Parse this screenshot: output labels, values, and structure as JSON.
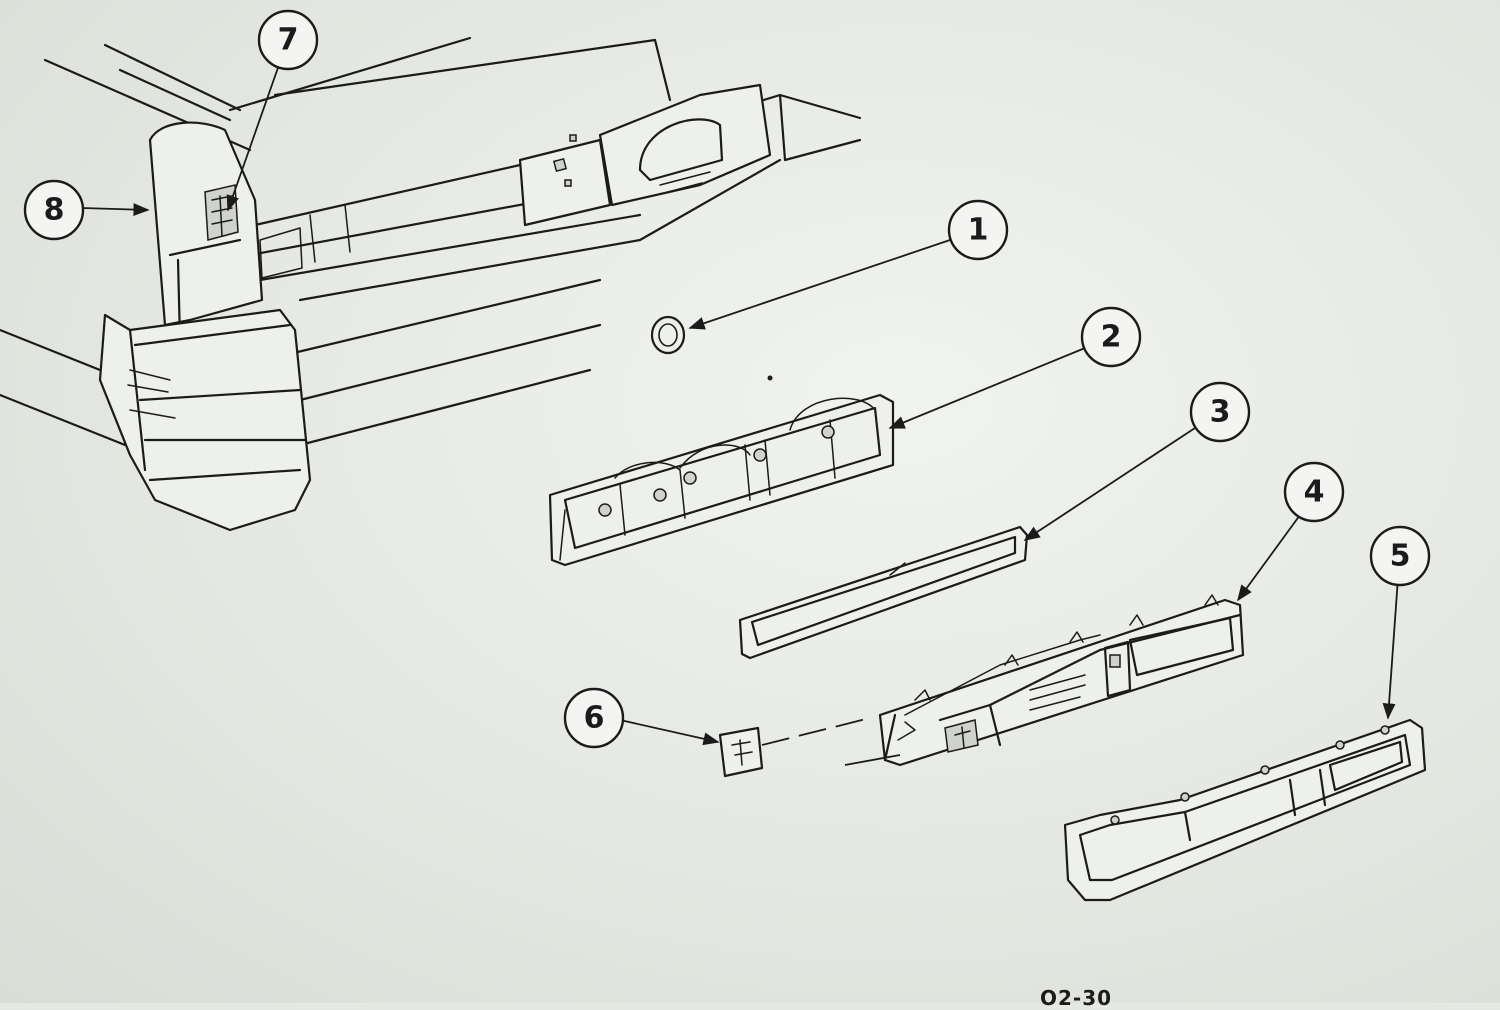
{
  "callouts": [
    {
      "id": "1",
      "label": "1"
    },
    {
      "id": "2",
      "label": "2"
    },
    {
      "id": "3",
      "label": "3"
    },
    {
      "id": "4",
      "label": "4"
    },
    {
      "id": "5",
      "label": "5"
    },
    {
      "id": "6",
      "label": "6"
    },
    {
      "id": "7",
      "label": "7"
    },
    {
      "id": "8",
      "label": "8"
    }
  ],
  "page_ref": "O2-30",
  "colors": {
    "line": "#1b1b1b",
    "paper": "#eef0ec"
  }
}
